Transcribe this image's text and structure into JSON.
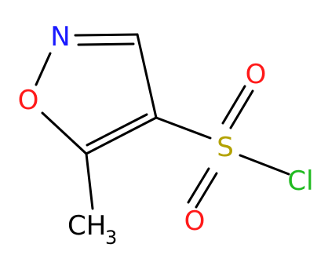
{
  "molecule": {
    "atoms": {
      "n": {
        "text": "N",
        "color": "#1a1aff"
      },
      "o_ring": {
        "text": "O",
        "color": "#ff1a1a"
      },
      "s": {
        "text": "S",
        "color": "#b3a200"
      },
      "o_top": {
        "text": "O",
        "color": "#ff1a1a"
      },
      "o_bottom": {
        "text": "O",
        "color": "#ff1a1a"
      },
      "cl": {
        "text": "Cl",
        "color": "#1fba1f"
      },
      "ch3": {
        "text": "CH",
        "sub": "3",
        "color": "#000000"
      }
    },
    "bond_color": "#000000"
  }
}
